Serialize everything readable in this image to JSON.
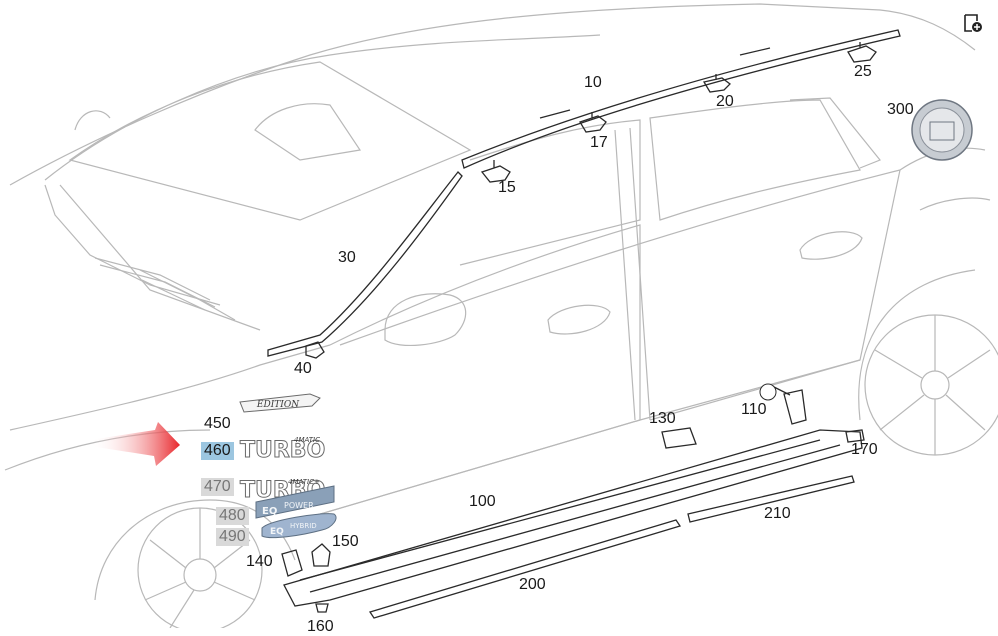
{
  "colors": {
    "line": "#b8b8b8",
    "part": "#2a2a2a",
    "selected_bg": "#9cc6e0",
    "dim_bg": "#d9d9d9",
    "arrow": "#e8262b",
    "badge": "#8aa0b8"
  },
  "icons": {
    "tool": "add-note-icon"
  },
  "badges": {
    "edition": "EDITION",
    "turbo": "TURBO",
    "fourmatic": "4MATIC",
    "fourmatic_plus": "4MATIC+",
    "eq": "EQ",
    "eq_power": "POWER",
    "eq_hybrid": "HYBRID"
  },
  "parts": [
    {
      "id": "p10",
      "label": "10"
    },
    {
      "id": "p15",
      "label": "15"
    },
    {
      "id": "p17",
      "label": "17"
    },
    {
      "id": "p20",
      "label": "20"
    },
    {
      "id": "p25",
      "label": "25"
    },
    {
      "id": "p30",
      "label": "30"
    },
    {
      "id": "p40",
      "label": "40"
    },
    {
      "id": "p100",
      "label": "100"
    },
    {
      "id": "p110",
      "label": "110"
    },
    {
      "id": "p130",
      "label": "130"
    },
    {
      "id": "p140",
      "label": "140"
    },
    {
      "id": "p150",
      "label": "150"
    },
    {
      "id": "p160",
      "label": "160"
    },
    {
      "id": "p170",
      "label": "170"
    },
    {
      "id": "p200",
      "label": "200"
    },
    {
      "id": "p210",
      "label": "210"
    },
    {
      "id": "p300",
      "label": "300"
    },
    {
      "id": "p450",
      "label": "450"
    },
    {
      "id": "p460",
      "label": "460",
      "state": "selected"
    },
    {
      "id": "p470",
      "label": "470",
      "state": "dimmed"
    },
    {
      "id": "p480",
      "label": "480",
      "state": "dimmed"
    },
    {
      "id": "p490",
      "label": "490",
      "state": "dimmed"
    }
  ]
}
